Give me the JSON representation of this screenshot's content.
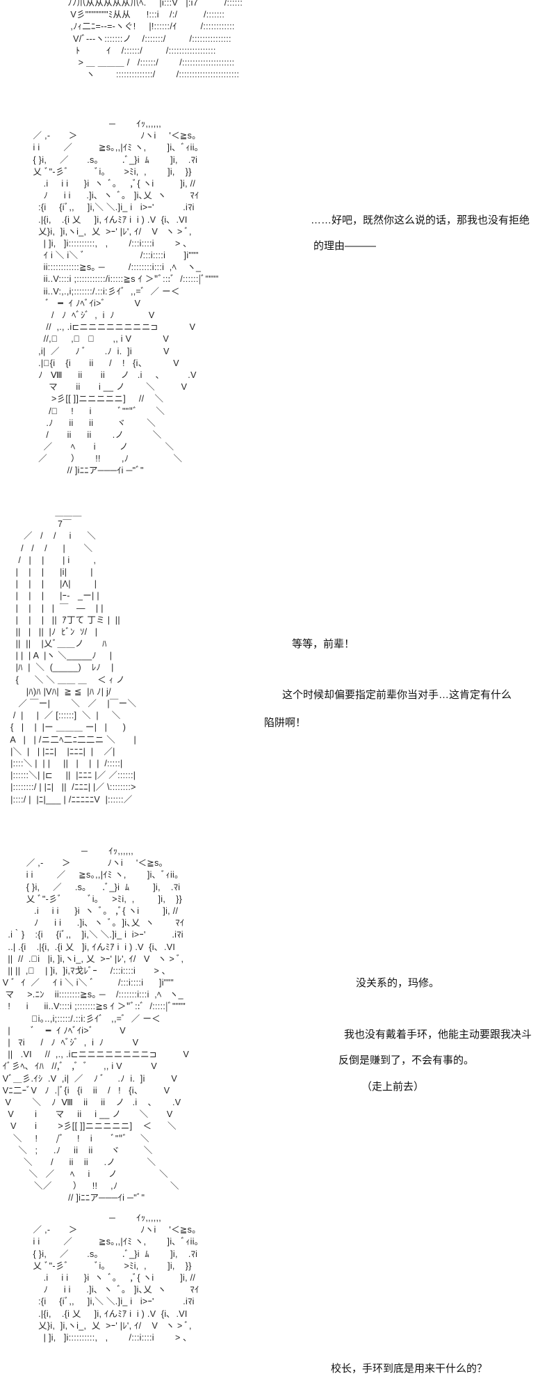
{
  "art": {
    "top": [
      "  ﾉﾉ爪从从从从从爪ﾍ.     |i:::V   |:i7          /::::::ﾞ",
      "   V彡\"\"\"\"\"\"\"ﾐ从从      !:::i    /:/          /:::::::",
      "   ,ﾉｨ二ﾆ=-‐=-ヽぐ!     |!::::::/ｲ         /::::::::::::",
      "    V/ﾞ‐‐‐ヽ:::::::ノ    /:::::::/         /:::::::::::::::",
      "     ﾄ          ｲ    /::::::/         /::::::::::::::::::",
      "      > ＿ ＿＿＿ /   /::::::/        /::::::::::::::::::::",
      "         ヽ        ::::::::::::::/        /:::::::::::::::::::::::"
    ],
    "figure1": [
      "                               ─        ｲｯ,,,,,,",
      "  ／ ,‐       ＞                        ﾉヽi     '＜≧s｡",
      "  i i         ／          ≧s｡,,|ｲﾐ ヽ,        ]i､  ﾞｨii｡",
      "  { }i,     ／       .s｡         .ﾞ_}i  ﾑ        ]i,    .ﾏi",
      "  乂 ﾞ\"-彡ﾞ          ﾞi｡       >ﾐi,  ,        ]i,    }}",
      "      .i     i i      }i  ヽ  ﾞ｡     ,ﾞ{ ヽi          ]i, //",
      "      ﾉ      i i      .]i､  ヽ  ﾞ｡   ]i､乂  ヽ         ﾏｲ",
      "    :{i     {iﾞ,,     ]i,＼ ＼.]i_ i   i>ｰ'           .iﾏi",
      "    .|{i,    .{i 乂     ]i, ｲんﾐｱ i  i ) .V  {i､  .VI",
      "    乂}i,  ]i,ヽi_,  乂  >ｰ' |ﾚ', ｲ/    V   ヽ > ﾞ,",
      "      | ]i,   ]i::::::::::,   ,        /:::i::::i        > ､",
      "      ｲ i ＼ i＼ ﾞ                     /:::i::::i       ]i\"\"\"",
      "      ii::::::::::::≧s｡ ─         /::::::::i:::i  ,ﾍ    ヽ_",
      "      ii..V::::i ;:::::::::::/i:::::≧s ｲ ＞\"ﾞ:::ﾞ  /::::::|ﾞ\"\"\"\"",
      "      ii..V:,.,i;:::::::/.::i:彡ｲﾞ  ,,=ﾞ  ／ ー＜",
      "       ﾞ   ━  ｲ ﾉﾍﾞｲi>ﾞ           V",
      "         /   ﾉ  ﾍﾞｼﾞ  ,  i  ﾉ             V",
      "       //  ,., .i⊏ニニニニニニニニ⊐            V",
      "      //,ﾞ     ,ﾞ   ﾞ       ,, i V            V",
      "    ,i|  ／      ﾉ ﾞ       .ﾉ  i.  ]i            V",
      "    .|ﾞ{i    {i       ii      /    !   {i、          V",
      "    ﾉ   Ⅷ      ii       ii      ノ   .i     、         .V",
      "        マ       ii       i __ ノ        ＼          V",
      "         >彡[[ ]]ニニニニニ]     //    ＼",
      "        /ﾞ     !      i          ﾞ\"\"\"ﾞ       ＼",
      "       .ﾉ      ii      ii         ヾ        ＼",
      "       /       ii      ii        .ノ           ＼",
      "      ／       ﾍ       i         ノ              ＼",
      "    ／         ）      !!        ,ﾉ                 ＼",
      "               // ]iﾆﾆア───ｲi ─\"ﾞ\""
    ],
    "figure2": [
      "                     ＿＿＿",
      "                      7￣",
      "         ／   /    /     i      ＼",
      "        /   /    /      |       ＼",
      "       /   |    |       | i         ,",
      "      |    |    |      |i|         |",
      "      |    |    |      |Λ|         |",
      "      |    |    |      |ｰ-   _ー| |",
      "      |    |    |   |  ￣   ―    | |",
      "      |    |    |   ||  ｱ丁て 丁ミ |  ||",
      "      ||   |   ||  |ﾉ  ﾋﾞﾝ  ｿ/   |",
      "      ||  ||    |乂ﾞ＿＿ノ       ﾊ",
      "      | |  | A  |ヽ ＼_____ﾉ     |",
      "      |ﾊ  |  ＼  (_____)    ﾚﾉ    |",
      "      {      ＼ ＼ ＿＿ ＿    ＜ ｨ ノ",
      "          |ﾊ)ﾊ |Vﾊ|  ≧ ≦  |ﾊ ﾉ| j/",
      "       ／ ￣ー|        ＼   ／    |￣ー＼",
      "     /  |     |  ／ [::::::]  ＼  |     ＼",
      "    {   |    |  |ー ＿＿＿ ー|   |      )",
      "    A   |   | /ニ二ﾍ二ﾆ二二ニ ＼       |",
      "    |＼  |   | |ﾆﾆ|    |ﾆﾆﾆ|  |    ／|",
      "    |::::＼ |  | |     ||   |    |  |  /:::::|",
      "    |::::::＼| |⊏     ||  |ﾆﾆﾆ |／ ／::::::|",
      "    |::::::::/ | |ﾆ|   ||  /ﾆﾆﾆ| |／ \\::::::::>",
      "    |::::/ |  |ﾆ|___ | /ﾆﾆﾆﾆﾆV  |::::::／"
    ],
    "figure3": [
      "                               ─        ｲｯ,,,,,,",
      "          ／ ,‐       ＞              ﾉヽi     '＜≧s｡",
      "          i i         ／     ≧s｡,,|ｲﾐ ヽ,        ]i､  ﾞｨii｡",
      "          { }i,     ／     .s｡      .ﾞ_}i  ﾑ         ]i,    .ﾏi",
      "          乂 ﾞ\"-彡ﾞ          ﾞi｡     >ﾐi,  ,         ]i,    }}",
      "             .i     i i      }i  ヽ  ﾞ｡   ,ﾞ{ ヽi         ]i, //",
      "             ﾉ      i i      .]i､  ヽ  ﾞ｡  ]i､乂  ヽ        ﾏｲ",
      "   .i｀}    :{i     {iﾞ,,    ]i,＼ ＼.]i_ i  i>ｰ'          .iﾏi",
      "   ..| .{i    .|{i,  .{i 乂   ]i, ｲんﾐｱ i  i ) .V  {i､  .VI",
      "   ||  //  .ﾞi   |i, ]i,ヽi_, 乂  >ｰ' |ﾚ', ｲ/   V   ヽ > ﾞ,",
      "   || ||  ,ﾞ    | ]i,  ]i,ﾏ戈ﾚﾞｰ     /:::i::::i       > ､",
      " V ﾞ  ｲ  ／     ｲ i ＼ i＼ ﾞ         /:::i::::i      ]i\"\"\"",
      "  マ     >.ﾆﾝ    ii::::::::≧s｡ ─    /:::::::i:::i  ,ﾍ   ヽ_",
      "   !      i      ii..V::::i ;:::::::≧s ｲ ＞\"ﾞ::ﾞ  /:::::|ﾞ\"\"\"\"",
      "            ﾞi｡..,i;:::::/.::i:彡ｲﾞ   ,,=ﾞ  ／ ー＜",
      "   |        ﾞ    ━  ｲ ﾉﾍﾞｲi>ﾞ          V",
      "   |   ﾏi      /   ﾉ  ﾍﾞｼﾞ  ,  i  ﾉ           V",
      "   ||   .VI     //  ,., .i⊏ニニニニニニニニ⊐          V",
      " ｲﾞ彡ﾍ､  ｲﾊ   //,ﾞ   ,ﾞ  ﾞ      ,, i V           V",
      " Vﾞ＿彡.ｲｼ  .V  ,i|  ／    ﾉ ﾞ     .ﾉ  i.  ]i          V",
      " Vﾆ二ｰﾞV   ﾉ  .|ﾞ{i   {i    ii    /   !   {i、        V",
      "  V        ＼    ﾉ  Ⅷ    ii     ii    ノ   .i    、      .V",
      "   V        i       マ     ii     i __ ノ       ＼       V",
      "    V       i        >彡[[ ]]ニニニニニ]    ＜      ＼",
      "     ＼     !       /ﾞ     !    i       ﾞ\"\"ﾞ     ＼",
      "       ＼   ;      .ﾉ     ii    ii       ヾ         ＼",
      "         ＼       /      ii    ii      .ノ            ＼",
      "           ＼   ／      ﾍ     i       ノ                ＼",
      "             ＼／        ）    !!     ,ﾉ                    ＼",
      "                          // ]iﾆﾆア───ｲi ─\"ﾞ\""
    ],
    "figure4": [
      "                               ─        ｲｯ,,,,,,",
      "  ／ ,‐       ＞                        ﾉヽi     '＜≧s｡",
      "  i i         ／          ≧s｡,,|ｲﾐ ヽ,        ]i､  ﾞｨii｡",
      "  { }i,     ／       .s｡         .ﾞ_}i  ﾑ        ]i,    .ﾏi",
      "  乂 ﾞ\"-彡ﾞ          ﾞi｡       >ﾐi,  ,        ]i,    }}",
      "      .i     i i      }i  ヽ  ﾞ｡     ,ﾞ{ ヽi          ]i, //",
      "      ﾉ      i i      .]i､  ヽ  ﾞ｡   ]i､乂  ヽ         ﾏｲ",
      "    :{i     {iﾞ,,     ]i,＼ ＼.]i_ i   i>ｰ'           .iﾏi",
      "    .|{i,    .{i 乂     ]i, ｲんﾐｱ i  i ) .V  {i､  .VI",
      "    乂}i,  ]i,ヽi_,  乂  >ｰ' |ﾚ', ｲ/    V   ヽ > ﾞ,",
      "      | ]i,   ]i::::::::::,   ,        /:::i::::i        > ､"
    ]
  },
  "dialogue": {
    "d1_line1": "……好吧，既然你这么说的话，那我也没有拒绝",
    "d1_line2": "的理由———",
    "d2_line1": "等等，前辈！",
    "d2_line2": "这个时候却偏要指定前辈你当对手…这肯定有什么",
    "d2_line3": "陷阱啊！",
    "d3_line1": "没关系的，玛修。",
    "d3_line2": "我也没有戴着手环，他能主动要跟我决斗",
    "d3_line3": "反倒是赚到了，不会有事的。",
    "d3_line4": "（走上前去）",
    "d4_line1": "校长，手环到底是用来干什么的？"
  }
}
